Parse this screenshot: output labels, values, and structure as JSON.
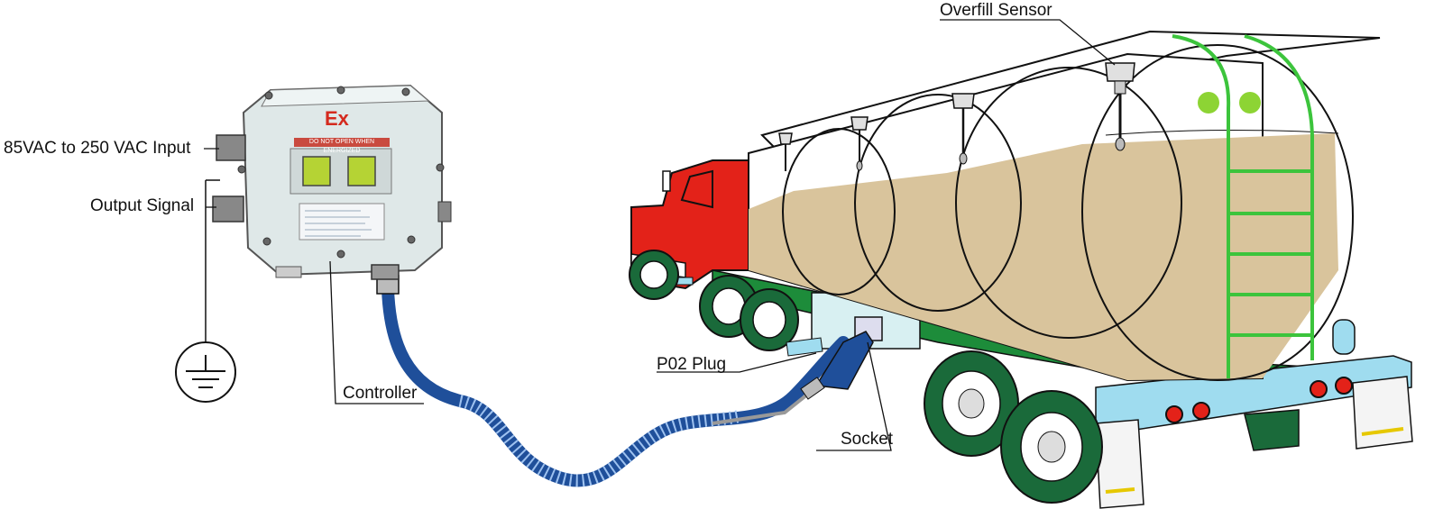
{
  "labels": {
    "input": "85VAC to 250 VAC Input",
    "output": "Output Signal",
    "controller": "Controller",
    "plug": "P02 Plug",
    "socket": "Socket",
    "sensor": "Overfill Sensor"
  },
  "controller_box": {
    "mark": "Ex",
    "warning": "DO NOT OPEN WHEN ENERGIZED"
  },
  "icons": [
    "ground-symbol-icon",
    "indicator-window-icon"
  ],
  "colors": {
    "truck_cab": "#e32219",
    "tank_liquid": "#d9c49c",
    "frame_green": "#1d8c3a",
    "bumper": "#9fdcef",
    "cable": "#1f4f9a",
    "ladder": "#3cc43c",
    "warning_red": "#d42a1e"
  }
}
